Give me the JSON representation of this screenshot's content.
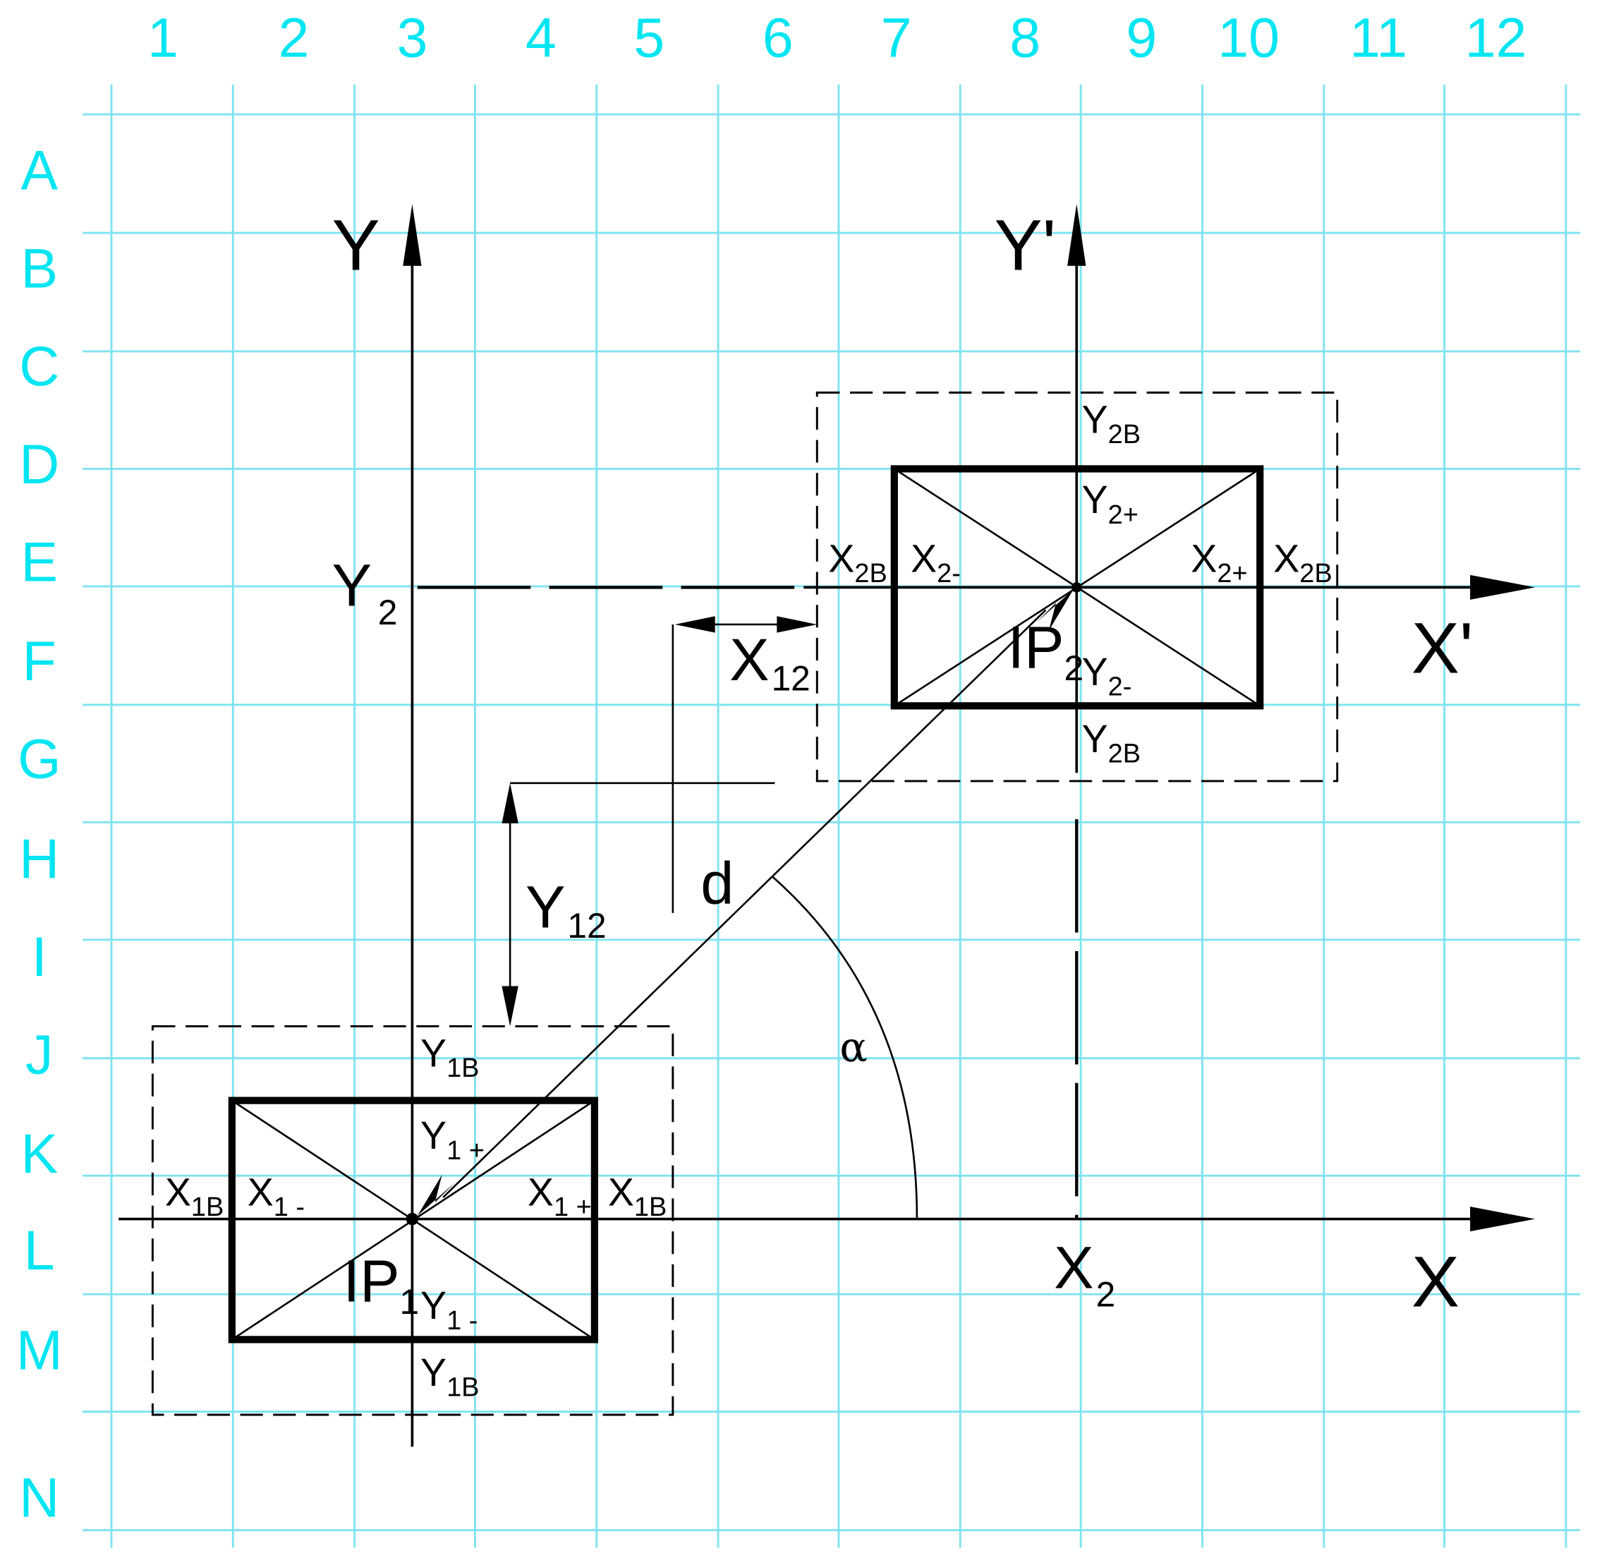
{
  "grid": {
    "columns": [
      "1",
      "2",
      "3",
      "4",
      "5",
      "6",
      "7",
      "8",
      "9",
      "10",
      "11",
      "12"
    ],
    "rows": [
      "A",
      "B",
      "C",
      "D",
      "E",
      "F",
      "G",
      "H",
      "I",
      "J",
      "K",
      "L",
      "M",
      "N"
    ],
    "line_color": "#7fe3f0",
    "label_color": "#00e5f2"
  },
  "axes": {
    "y": "Y",
    "y_prime": "Y'",
    "x": "X",
    "x_prime": "X'"
  },
  "markers": {
    "y2": {
      "main": "Y",
      "sub": "2"
    },
    "x2": {
      "main": "X",
      "sub": "2"
    },
    "x12": {
      "main": "X",
      "sub": "12"
    },
    "y12": {
      "main": "Y",
      "sub": "12"
    },
    "d": "d",
    "alpha": "α"
  },
  "ip1": {
    "label": {
      "main": "IP",
      "sub": "1"
    },
    "y1b_top": {
      "main": "Y",
      "sub": "1B"
    },
    "y1_plus": {
      "main": "Y",
      "sub": "1 +"
    },
    "y1_minus": {
      "main": "Y",
      "sub": "1 -"
    },
    "y1b_bottom": {
      "main": "Y",
      "sub": "1B"
    },
    "x1b_left": {
      "main": "X",
      "sub": "1B"
    },
    "x1_minus": {
      "main": "X",
      "sub": "1 -"
    },
    "x1_plus": {
      "main": "X",
      "sub": "1 +"
    },
    "x1b_right": {
      "main": "X",
      "sub": "1B"
    }
  },
  "ip2": {
    "label": {
      "main": "IP",
      "sub": "2"
    },
    "y2b_top": {
      "main": "Y",
      "sub": "2B"
    },
    "y2_plus": {
      "main": "Y",
      "sub": "2+"
    },
    "y2_minus": {
      "main": "Y",
      "sub": "2-"
    },
    "y2b_bottom": {
      "main": "Y",
      "sub": "2B"
    },
    "x2b_left": {
      "main": "X",
      "sub": "2B"
    },
    "x2_minus": {
      "main": "X",
      "sub": "2-"
    },
    "x2_plus": {
      "main": "X",
      "sub": "2+"
    },
    "x2b_right": {
      "main": "X",
      "sub": "2B"
    }
  }
}
